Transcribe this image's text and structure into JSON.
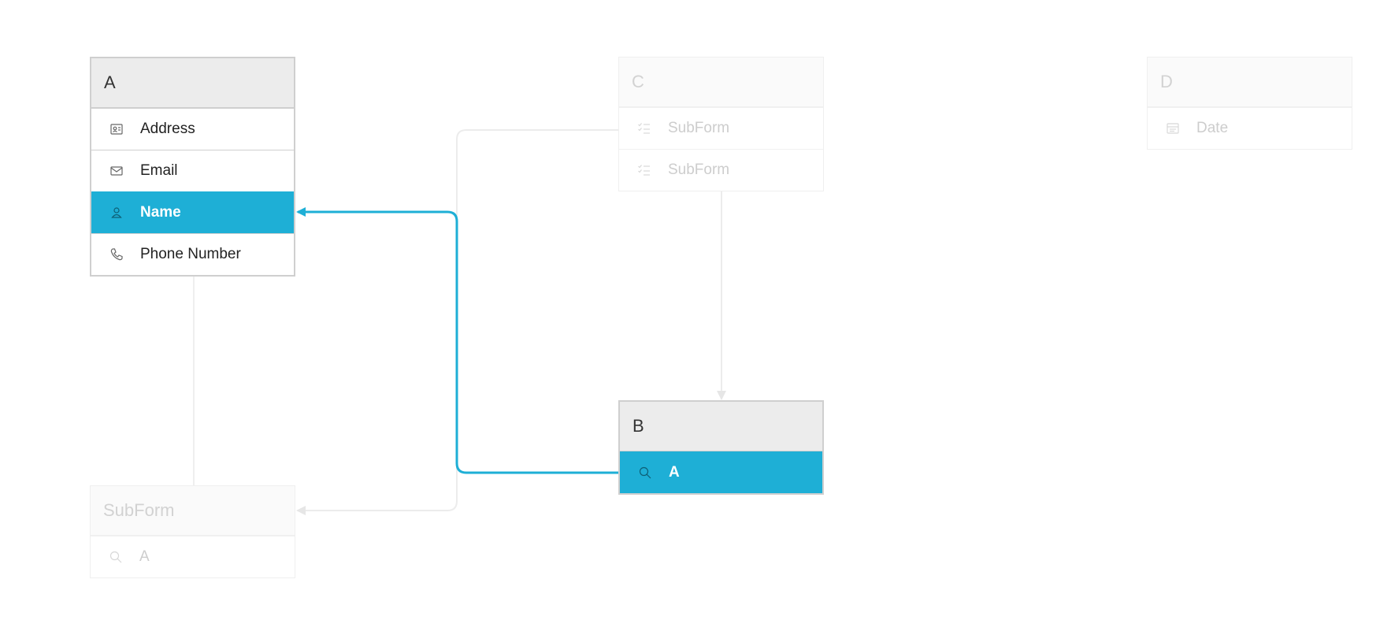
{
  "colors": {
    "accent": "#1eafd6",
    "faded_line": "#ececec"
  },
  "tables": {
    "a": {
      "title": "A",
      "fields": [
        {
          "label": "Address",
          "icon": "address-card-icon"
        },
        {
          "label": "Email",
          "icon": "envelope-icon"
        },
        {
          "label": "Name",
          "icon": "person-icon",
          "selected": true
        },
        {
          "label": "Phone Number",
          "icon": "phone-icon"
        }
      ]
    },
    "c": {
      "title": "C",
      "fields": [
        {
          "label": "SubForm",
          "icon": "checklist-icon"
        },
        {
          "label": "SubForm",
          "icon": "checklist-icon"
        }
      ]
    },
    "d": {
      "title": "D",
      "fields": [
        {
          "label": "Date",
          "icon": "calendar-icon"
        }
      ]
    },
    "b": {
      "title": "B",
      "fields": [
        {
          "label": "A",
          "icon": "lookup-search-icon",
          "selected": true
        }
      ]
    },
    "subform": {
      "title": "SubForm",
      "fields": [
        {
          "label": "A",
          "icon": "lookup-search-icon"
        }
      ]
    }
  }
}
